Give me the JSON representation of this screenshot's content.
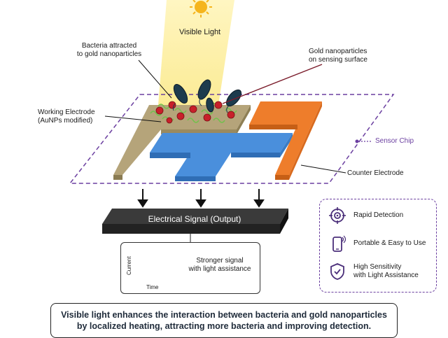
{
  "labels": {
    "visible_light": "Visible Light",
    "bacteria_line1": "Bacteria attracted",
    "bacteria_line2": "to gold nanoparticles",
    "gold_line1": "Gold nanoparticles",
    "gold_line2": "on sensing surface",
    "working_line1": "Working Electrode",
    "working_line2": "(AuNPs modified)",
    "sensor_chip": "Sensor Chip",
    "counter_electrode": "Counter Electrode",
    "signal": "Electrical Signal (Output)",
    "curve_ylabel": "Current",
    "curve_xlabel": "Time",
    "curve_line1": "Stronger signal",
    "curve_line2": "with light assistance"
  },
  "features": [
    {
      "icon": "target-icon",
      "text1": "Rapid Detection",
      "text2": ""
    },
    {
      "icon": "phone-icon",
      "text1": "Portable & Easy to Use",
      "text2": ""
    },
    {
      "icon": "shield-check-icon",
      "text1": "High Sensitivity",
      "text2": "with Light Assistance"
    }
  ],
  "summary": {
    "line1": "Visible light enhances the interaction between bacteria and gold nanoparticles",
    "line2": "by localized heating, attracting more bacteria and improving detection."
  },
  "colors": {
    "working_electrode": "#b5a47a",
    "reference_electrode": "#4a8fdc",
    "counter_electrode": "#ee7d2b",
    "accent_purple": "#6b3fa0",
    "gold_np": "#c8202a",
    "bacteria": "#1d3b4d",
    "light_beam": "#fbe98a",
    "sun": "#f5b51c"
  }
}
